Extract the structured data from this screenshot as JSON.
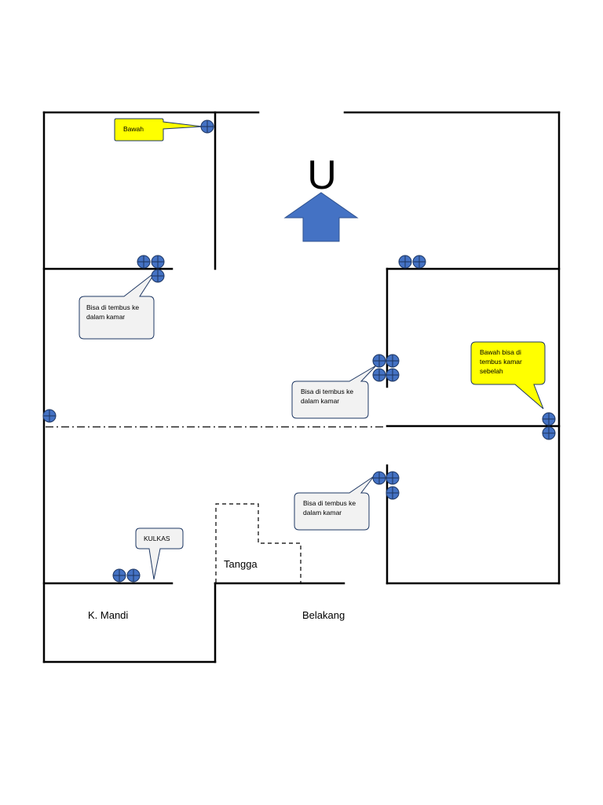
{
  "north_label": "U",
  "rooms": {
    "tangga": "Tangga",
    "k_mandi": "K. Mandi",
    "belakang": "Belakang"
  },
  "callouts": {
    "bawah": [
      "Bawah"
    ],
    "tembus_kiri": [
      "Bisa di tembus ke",
      "dalam kamar"
    ],
    "tembus_tengah": [
      "Bisa di tembus ke",
      "dalam kamar"
    ],
    "tembus_bawah": [
      "Bisa di tembus ke",
      "dalam kamar"
    ],
    "bawah_sebelah": [
      "Bawah bisa di",
      "tembus kamar",
      "sebelah"
    ],
    "kulkas": [
      "KULKAS"
    ]
  },
  "colors": {
    "outlet_fill": "#4472c4",
    "arrow_fill": "#4472c4",
    "callout_yellow": "#ffff00",
    "callout_gray": "#f2f2f2",
    "callout_border": "#1f3864"
  },
  "icons": {
    "outlet": "power-outlet-icon",
    "north_arrow": "arrow-up-icon"
  }
}
